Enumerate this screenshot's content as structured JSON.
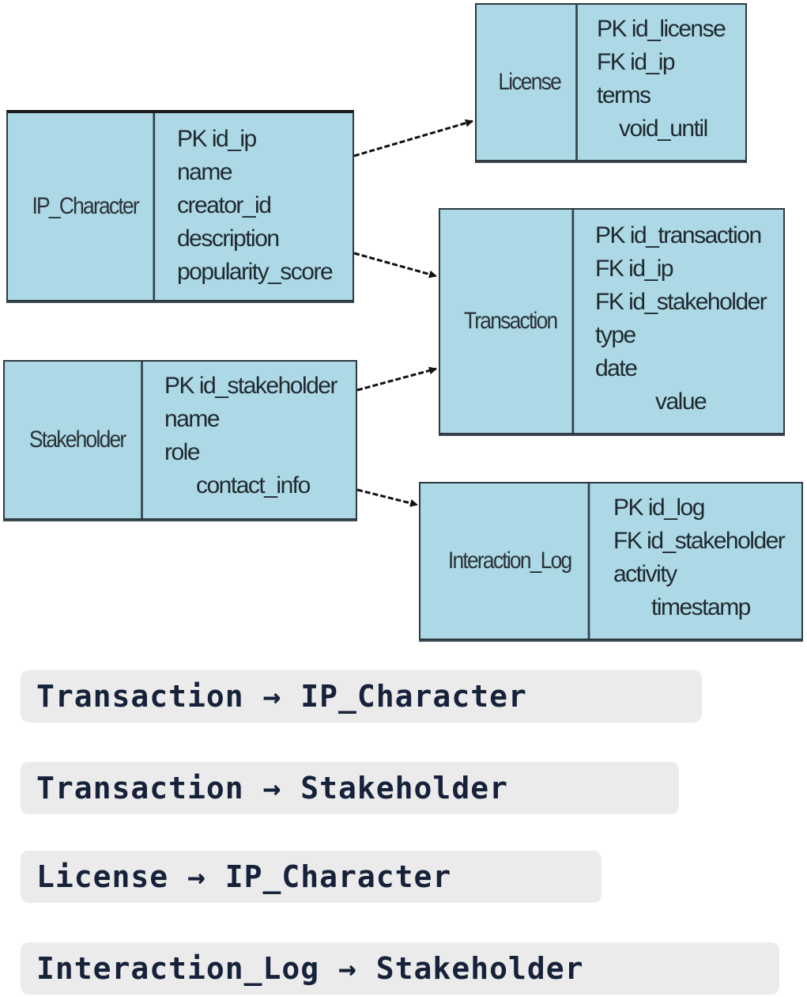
{
  "colors": {
    "entity_fill": "#add8e6",
    "entity_border": "#2c3a40",
    "relation_bg": "#ebebeb",
    "relation_text": "#16213a"
  },
  "entities": {
    "license": {
      "name": "License",
      "fields": [
        "PK id_license",
        "FK id_ip",
        "terms",
        "void_until"
      ]
    },
    "ip_character": {
      "name": "IP_Character",
      "fields": [
        "PK id_ip",
        "name",
        "creator_id",
        "description",
        "popularity_score"
      ]
    },
    "transaction": {
      "name": "Transaction",
      "fields": [
        "PK id_transaction",
        "FK id_ip",
        "FK id_stakeholder",
        "type",
        "date",
        "value"
      ]
    },
    "stakeholder": {
      "name": "Stakeholder",
      "fields": [
        "PK id_stakeholder",
        "name",
        "role",
        "contact_info"
      ]
    },
    "interaction_log": {
      "name": "Interaction_Log",
      "fields": [
        "PK id_log",
        "FK id_stakeholder",
        "activity",
        "timestamp"
      ]
    }
  },
  "arrows": [
    {
      "from": "IP_Character",
      "to": "License",
      "style": "dashed"
    },
    {
      "from": "IP_Character",
      "to": "Transaction",
      "style": "dashed"
    },
    {
      "from": "Stakeholder",
      "to": "Transaction",
      "style": "dashed"
    },
    {
      "from": "Stakeholder",
      "to": "Interaction_Log",
      "style": "dashed"
    }
  ],
  "relations": [
    {
      "text": "Transaction → IP_Character"
    },
    {
      "text": "Transaction → Stakeholder"
    },
    {
      "text": "License → IP_Character"
    },
    {
      "text": "Interaction_Log → Stakeholder"
    }
  ]
}
